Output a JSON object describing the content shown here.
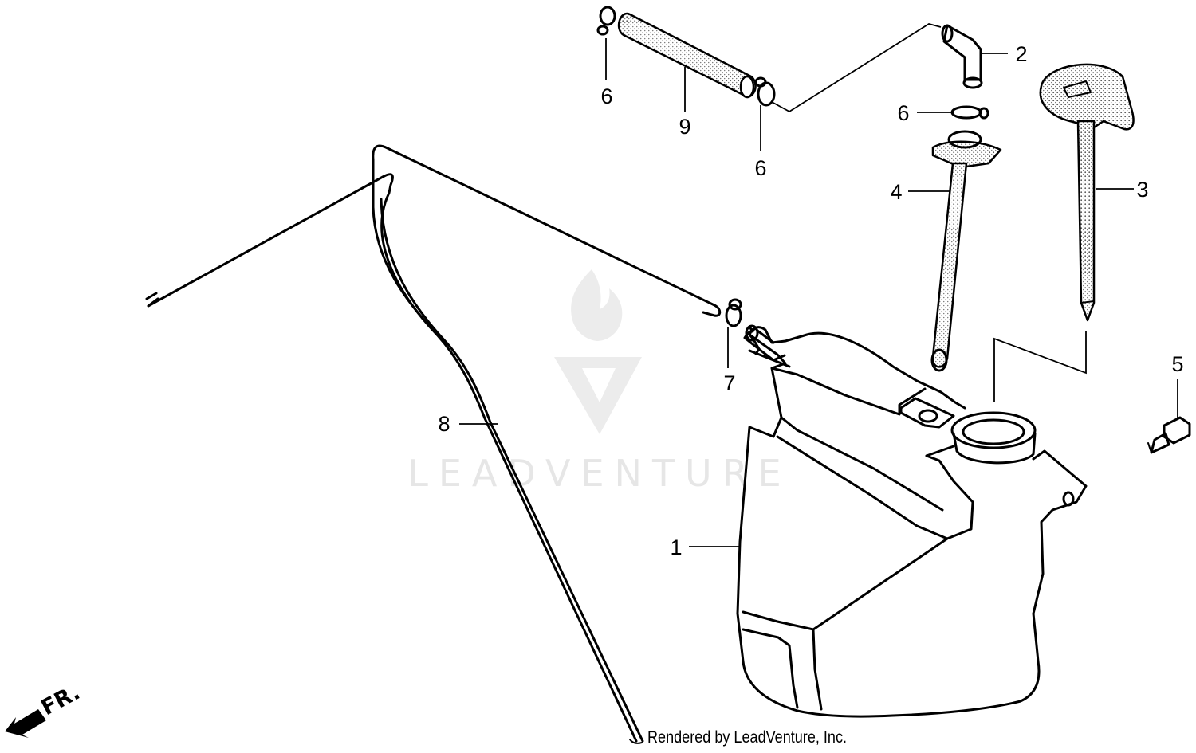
{
  "diagram": {
    "callouts": [
      {
        "id": "c1",
        "text": "1"
      },
      {
        "id": "c2",
        "text": "2"
      },
      {
        "id": "c3",
        "text": "3"
      },
      {
        "id": "c4",
        "text": "4"
      },
      {
        "id": "c5",
        "text": "5"
      },
      {
        "id": "c6a",
        "text": "6"
      },
      {
        "id": "c6b",
        "text": "6"
      },
      {
        "id": "c6c",
        "text": "6"
      },
      {
        "id": "c7",
        "text": "7"
      },
      {
        "id": "c8",
        "text": "8"
      },
      {
        "id": "c9",
        "text": "9"
      }
    ],
    "direction_label": "FR.",
    "watermark": "LEADVENTURE",
    "credit": "Rendered by LeadVenture, Inc."
  }
}
